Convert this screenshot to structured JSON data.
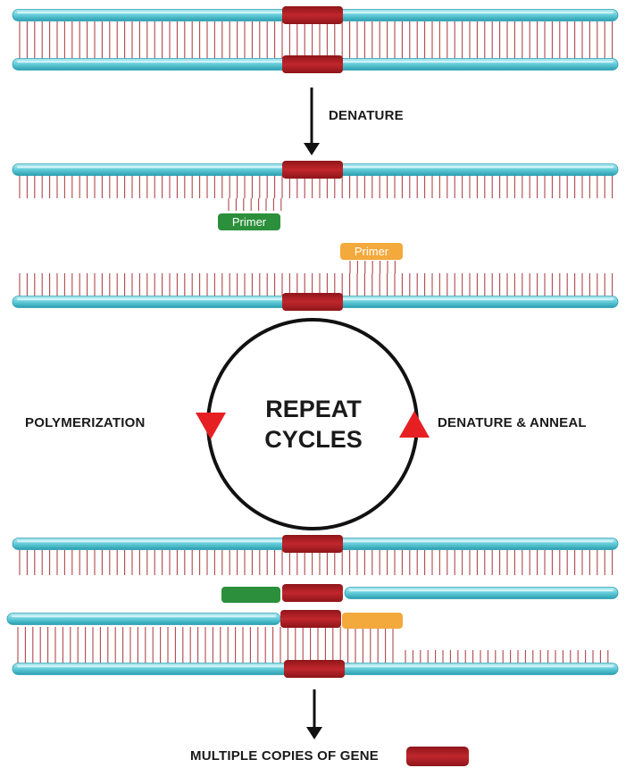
{
  "colors": {
    "strand_fill": "#69cfdc",
    "strand_highlight": "#d8f5f9",
    "strand_edge": "#2a9fb0",
    "gene_fill": "#c0272d",
    "gene_dark": "#8e1519",
    "rung": "#b0464b",
    "primer_green": "#2b8f3b",
    "primer_orange": "#f3a93b",
    "arrow_red": "#e62022",
    "ink": "#111111"
  },
  "labels": {
    "denature": "DENATURE",
    "polymerization": "POLYMERIZATION",
    "denature_anneal": "DENATURE & ANNEAL",
    "repeat_line1": "REPEAT",
    "repeat_line2": "CYCLES",
    "multiple_copies": "MULTIPLE COPIES OF GENE",
    "primer_green": "Primer",
    "primer_orange": "Primer"
  }
}
